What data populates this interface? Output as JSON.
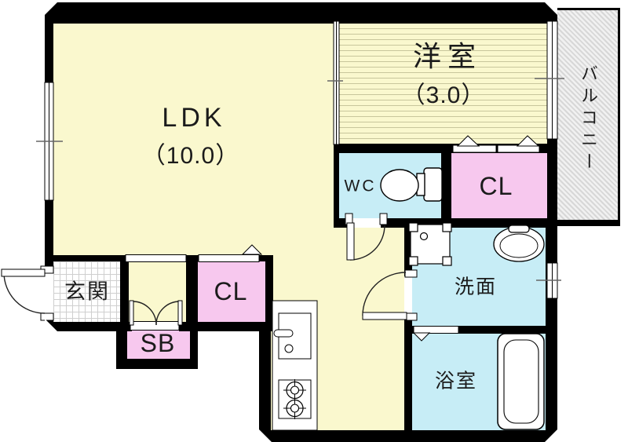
{
  "plan_type": "apartment-floor-plan",
  "rooms": {
    "ldk": {
      "label": "LDK",
      "size": "（10.0）"
    },
    "western_room": {
      "label": "洋室",
      "size": "（3.0）"
    },
    "balcony": {
      "label": "バルコニー"
    },
    "wc": {
      "label": "WC"
    },
    "closet_upper": {
      "label": "CL"
    },
    "closet_lower": {
      "label": "CL"
    },
    "entrance": {
      "label": "玄関"
    },
    "shoe_box": {
      "label": "SB"
    },
    "washroom": {
      "label": "洗面"
    },
    "bathroom": {
      "label": "浴室"
    }
  },
  "colors": {
    "wall": "#000000",
    "room_yellow": "#FAF8CE",
    "room_cyan": "#C7EDF6",
    "room_pink": "#F7C8EE",
    "tatami_line": "#C8C69C",
    "tile_line": "#CFCFCF",
    "balcony_hatch": "#D7D7D7"
  },
  "fixtures": {
    "toilet": "toilet-icon",
    "bathtub": "bathtub-icon",
    "washbasin": "washbasin-icon",
    "washing_machine": "washing-machine-pad-icon",
    "kitchen_sink": "kitchen-sink-icon",
    "stove": "two-burner-stove-icon",
    "entrance_door": "entrance-door-swing",
    "wc_door": "wc-door-swing",
    "washroom_door": "washroom-door-swing",
    "shoe_box_doors": "double-french-doors",
    "closet_doors": "sliding-door-markers"
  }
}
